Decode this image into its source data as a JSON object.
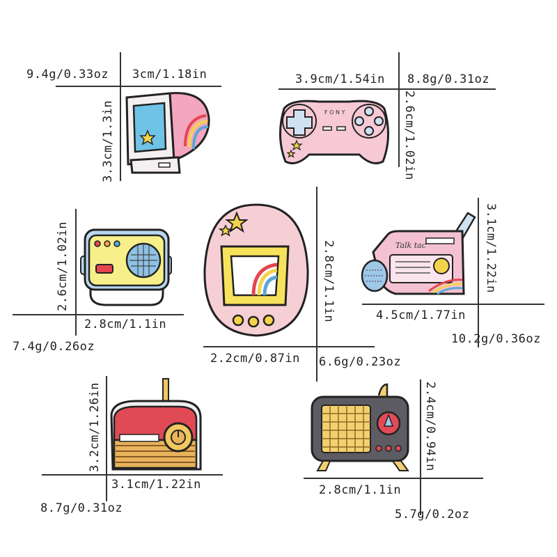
{
  "pins": [
    {
      "id": "computer",
      "width": "3cm/1.18in",
      "height": "3.3cm/1.3in",
      "weight": "9.4g/0.33oz",
      "colors": {
        "body": "#f4f0f2",
        "screen": "#6ec3e6",
        "accent": "#f2a6bf"
      }
    },
    {
      "id": "gamepad",
      "width": "3.9cm/1.54in",
      "height": "2.6cm/1.02in",
      "weight": "8.8g/0.31oz",
      "brand": "F O N Y",
      "colors": {
        "body": "#f6c9d4",
        "dpad": "#cfe2f2"
      }
    },
    {
      "id": "radio-yellow",
      "width": "2.8cm/1.1in",
      "height": "2.6cm/1.02in",
      "weight": "7.4g/0.26oz",
      "colors": {
        "body": "#f7ef8a",
        "trim": "#b9d7ef",
        "speaker": "#8ec2e6"
      }
    },
    {
      "id": "tamagotchi",
      "width": "2.2cm/0.87in",
      "height": "2.8cm/1.1in",
      "weight": "6.6g/0.23oz",
      "colors": {
        "shell": "#f6cfd5",
        "frame": "#f7e25b",
        "dots": "#f3d34a"
      }
    },
    {
      "id": "walkman",
      "width": "4.5cm/1.77in",
      "height": "3.1cm/1.22in",
      "weight": "10.2g/0.36oz",
      "label": "Talk tac",
      "colors": {
        "body": "#f3c1d2",
        "mic": "#9fc7e6"
      }
    },
    {
      "id": "radio-red",
      "width": "3.1cm/1.22in",
      "height": "3.2cm/1.26in",
      "weight": "8.7g/0.31oz",
      "colors": {
        "top": "#e04a55",
        "bottom": "#e8b35c",
        "knob": "#f2c760"
      }
    },
    {
      "id": "tv-grey",
      "width": "2.8cm/1.1in",
      "height": "2.4cm/0.94in",
      "weight": "5.7g/0.2oz",
      "colors": {
        "body": "#5e5c63",
        "grid": "#f2d070",
        "knob": "#e24b55"
      }
    }
  ]
}
